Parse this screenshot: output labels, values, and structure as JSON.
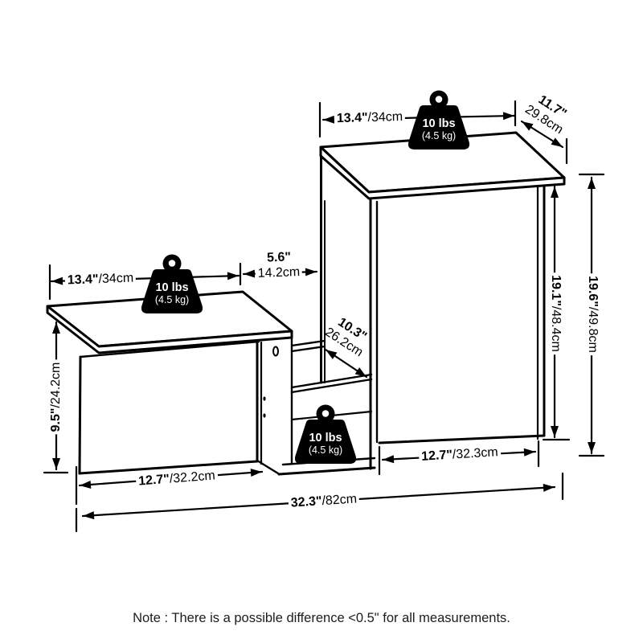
{
  "diagram": {
    "note": "Note : There is a possible difference <0.5\" for all measurements.",
    "weight_capacity": {
      "pounds": "10 lbs",
      "kilograms": "(4.5 kg)"
    },
    "dimensions": {
      "right_top_width": {
        "inches": "13.4\"",
        "metric": "/34cm"
      },
      "right_top_depth": {
        "inches": "11.7\"",
        "metric": "29.8cm"
      },
      "left_top_width": {
        "inches": "13.4\"",
        "metric": "/34cm"
      },
      "gap_width": {
        "inches": "5.6\"",
        "metric": "14.2cm"
      },
      "shelf_depth": {
        "inches": "10.3\"",
        "metric": "26.2cm"
      },
      "right_height_inner": {
        "inches": "19.1\"",
        "metric": "/48.4cm"
      },
      "right_height_outer": {
        "inches": "19.6\"",
        "metric": "/49.8cm"
      },
      "left_height": {
        "inches": "9.5\"",
        "metric": "/24.2cm"
      },
      "left_base_width": {
        "inches": "12.7\"",
        "metric": "/32.2cm"
      },
      "right_base_width": {
        "inches": "12.7\"",
        "metric": "/32.3cm"
      },
      "total_width": {
        "inches": "32.3\"",
        "metric": "/82cm"
      }
    },
    "colors": {
      "line": "#000000",
      "background": "#ffffff"
    }
  }
}
